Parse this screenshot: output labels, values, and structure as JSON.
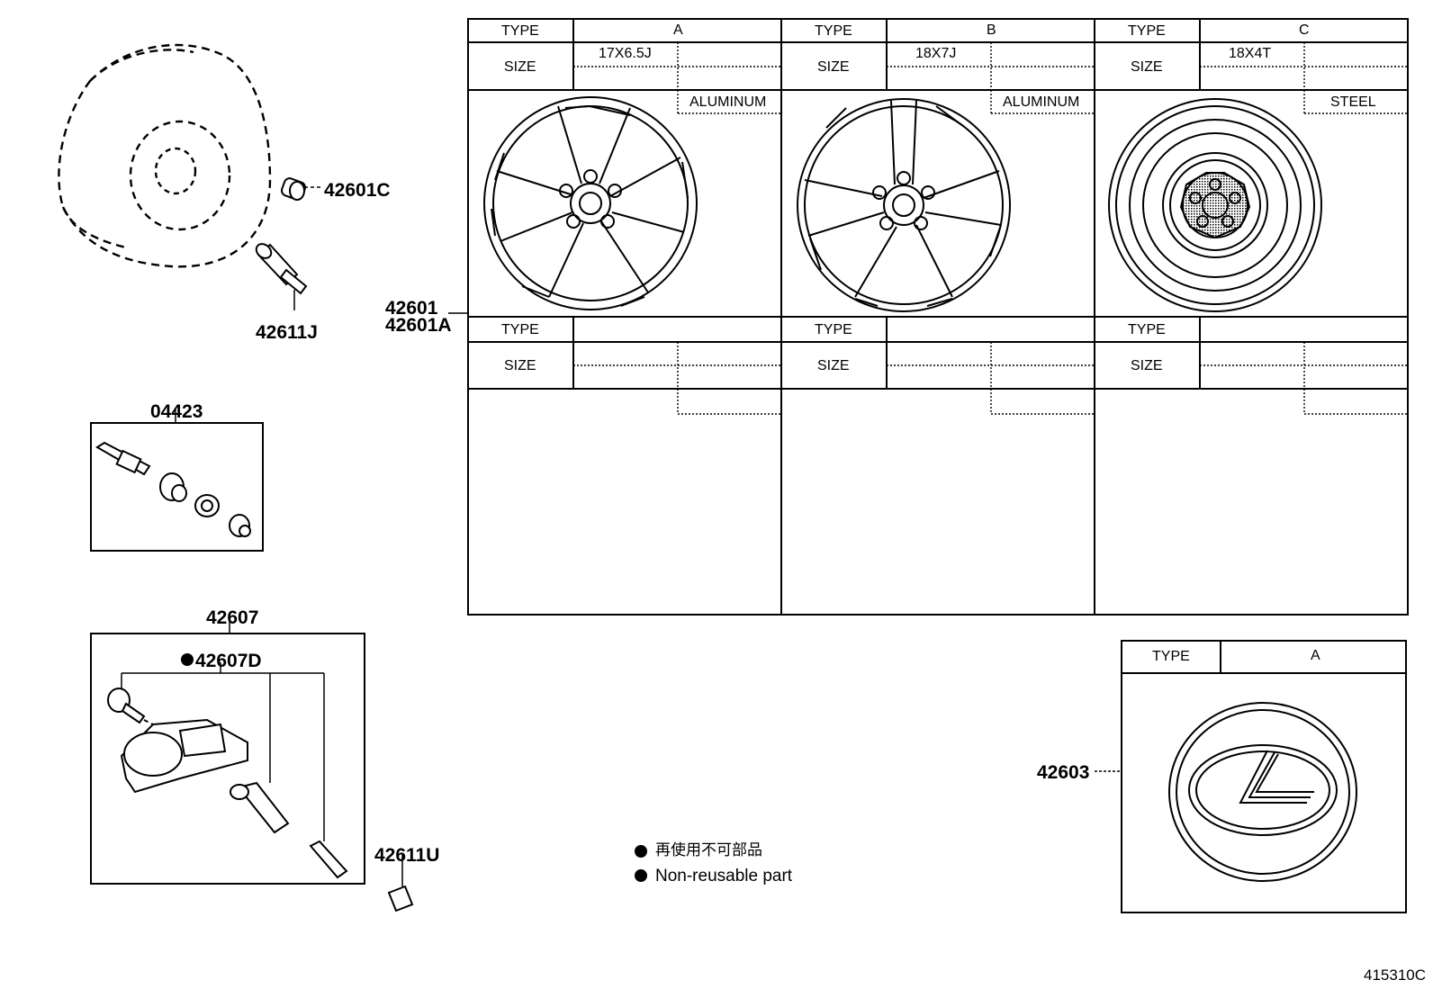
{
  "parts": {
    "p42601C": "42601C",
    "p42611J": "42611J",
    "p04423": "04423",
    "p42607": "42607",
    "p42607D": "42607D",
    "p42611U": "42611U",
    "p42601": "42601",
    "p42601A": "42601A",
    "p42603": "42603"
  },
  "wheel_table": {
    "type_label": "TYPE",
    "size_label": "SIZE",
    "columns": [
      {
        "type": "A",
        "size": "17X6.5J",
        "material": "ALUMINUM"
      },
      {
        "type": "B",
        "size": "18X7J",
        "material": "ALUMINUM"
      },
      {
        "type": "C",
        "size": "18X4T",
        "material": "STEEL"
      }
    ]
  },
  "cap_table": {
    "type_label": "TYPE",
    "type_value": "A"
  },
  "legend": {
    "jp": "再使用不可部品",
    "en": "Non-reusable part"
  },
  "non_reusable_marker": "●",
  "illustration_id": "415310C"
}
